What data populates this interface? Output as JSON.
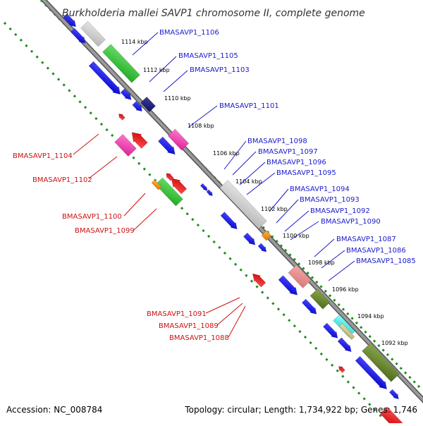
{
  "title": "Burkholderia mallei SAVP1 chromosome II, complete genome",
  "accession_text": "Accession: NC_008784",
  "summary_text": "Topology: circular; Length: 1,734,922 bp; Genes: 1,746",
  "colors": {
    "backbone": "#888888",
    "forward_label": "#1a1acc",
    "reverse_label": "#cc1111",
    "tick": "#1e8a1e",
    "callout_forward": "#1a1acc",
    "callout_reverse": "#cc1111"
  },
  "kbp_ticks": [
    {
      "label": "1114 kbp"
    },
    {
      "label": "1112 kbp"
    },
    {
      "label": "1110 kbp"
    },
    {
      "label": "1108 kbp"
    },
    {
      "label": "1106 kbp"
    },
    {
      "label": "1104 kbp"
    },
    {
      "label": "1102 kbp"
    },
    {
      "label": "1100 kbp"
    },
    {
      "label": "1098 kbp"
    },
    {
      "label": "1096 kbp"
    },
    {
      "label": "1094 kbp"
    },
    {
      "label": "1092 kbp"
    }
  ],
  "forward_labels": [
    {
      "text": "BMASAVP1_1106"
    },
    {
      "text": "BMASAVP1_1105"
    },
    {
      "text": "BMASAVP1_1103"
    },
    {
      "text": "BMASAVP1_1101"
    },
    {
      "text": "BMASAVP1_1098"
    },
    {
      "text": "BMASAVP1_1097"
    },
    {
      "text": "BMASAVP1_1096"
    },
    {
      "text": "BMASAVP1_1095"
    },
    {
      "text": "BMASAVP1_1094"
    },
    {
      "text": "BMASAVP1_1093"
    },
    {
      "text": "BMASAVP1_1092"
    },
    {
      "text": "BMASAVP1_1090"
    },
    {
      "text": "BMASAVP1_1087"
    },
    {
      "text": "BMASAVP1_1086"
    },
    {
      "text": "BMASAVP1_1085"
    }
  ],
  "reverse_labels": [
    {
      "text": "BMASAVP1_1104"
    },
    {
      "text": "BMASAVP1_1102"
    },
    {
      "text": "BMASAVP1_1100"
    },
    {
      "text": "BMASAVP1_1099"
    },
    {
      "text": "BMASAVP1_1091"
    },
    {
      "text": "BMASAVP1_1089"
    },
    {
      "text": "BMASAVP1_1088"
    }
  ]
}
